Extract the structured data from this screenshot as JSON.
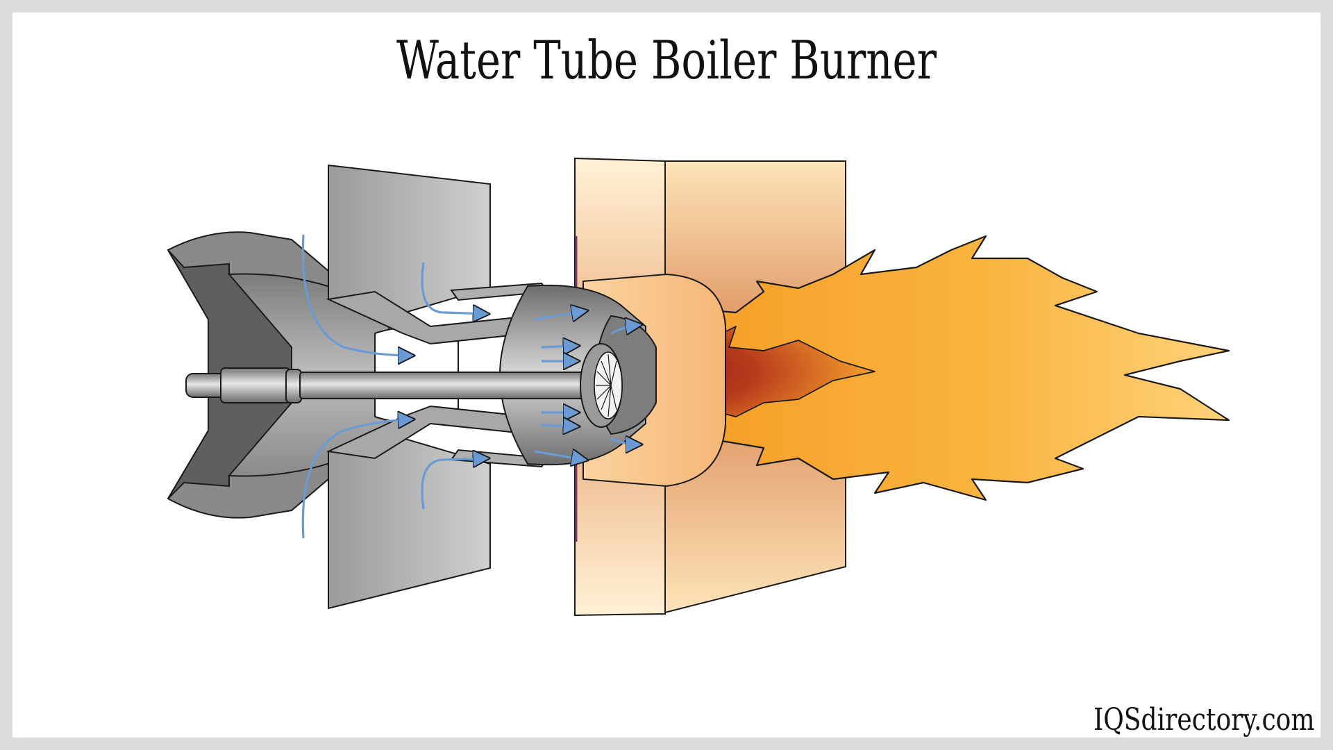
{
  "title": "Water Tube Boiler Burner",
  "watermark": "IQSdirectory.com",
  "colors": {
    "background_border": "#dcdcdc",
    "canvas": "#ffffff",
    "metal_dark": "#5a5a5a",
    "metal_mid": "#8c8c8c",
    "metal_light": "#d9d9d9",
    "wall_light": "#fde3b5",
    "wall_dark": "#d98a55",
    "flame_outer": "#f7a828",
    "flame_light": "#ffd27a",
    "flame_core": "#9e1b1b",
    "air_arrow": "#6a9bd4",
    "outline": "#1a1a1a"
  },
  "icons": {
    "burner": "burner-assembly",
    "wall": "refractory-wall",
    "flame": "flame",
    "air_flow": "airflow-arrows"
  }
}
